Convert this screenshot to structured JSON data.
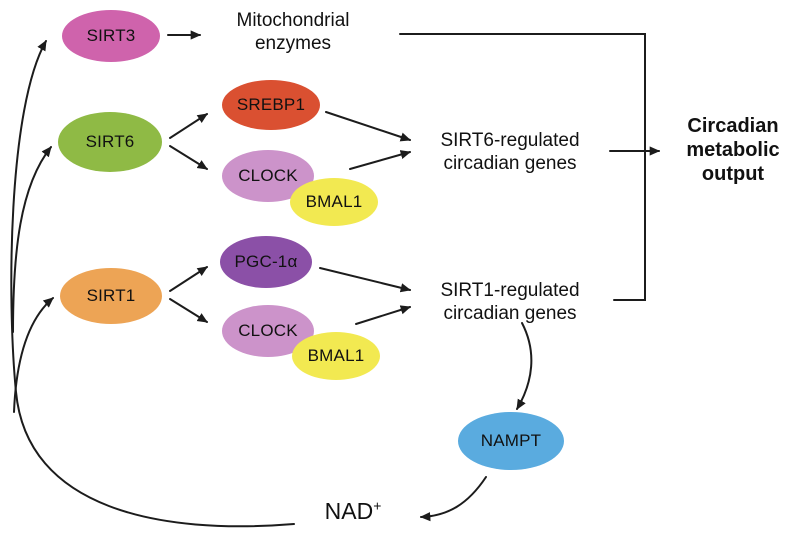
{
  "style": {
    "line_color": "#1c1c1c",
    "text_color": "#111111",
    "background": "#ffffff"
  },
  "nodes": {
    "sirt3": {
      "label": "SIRT3",
      "color": "#cf63ac"
    },
    "sirt6": {
      "label": "SIRT6",
      "color": "#8fba45"
    },
    "srebp1": {
      "label": "SREBP1",
      "color": "#da5031"
    },
    "clock_top": {
      "label": "CLOCK",
      "color": "#cc93ca"
    },
    "bmal1_top": {
      "label": "BMAL1",
      "color": "#f2e951"
    },
    "pgc1a": {
      "label": "PGC-1α",
      "color": "#8b50a7"
    },
    "sirt1": {
      "label": "SIRT1",
      "color": "#eda455"
    },
    "clock_bottom": {
      "label": "CLOCK",
      "color": "#cc93ca"
    },
    "bmal1_bottom": {
      "label": "BMAL1",
      "color": "#f2e951"
    },
    "nampt": {
      "label": "NAMPT",
      "color": "#5aabdf"
    }
  },
  "labels": {
    "mitochondrial_enzymes": {
      "line1": "Mitochondrial",
      "line2": "enzymes"
    },
    "sirt6_genes": {
      "line1": "SIRT6-regulated",
      "line2": "circadian genes"
    },
    "sirt1_genes": {
      "line1": "SIRT1-regulated",
      "line2": "circadian genes"
    },
    "circadian_output": {
      "line1": "Circadian",
      "line2": "metabolic",
      "line3": "output"
    },
    "nad": {
      "base": "NAD",
      "sup": "+"
    }
  }
}
